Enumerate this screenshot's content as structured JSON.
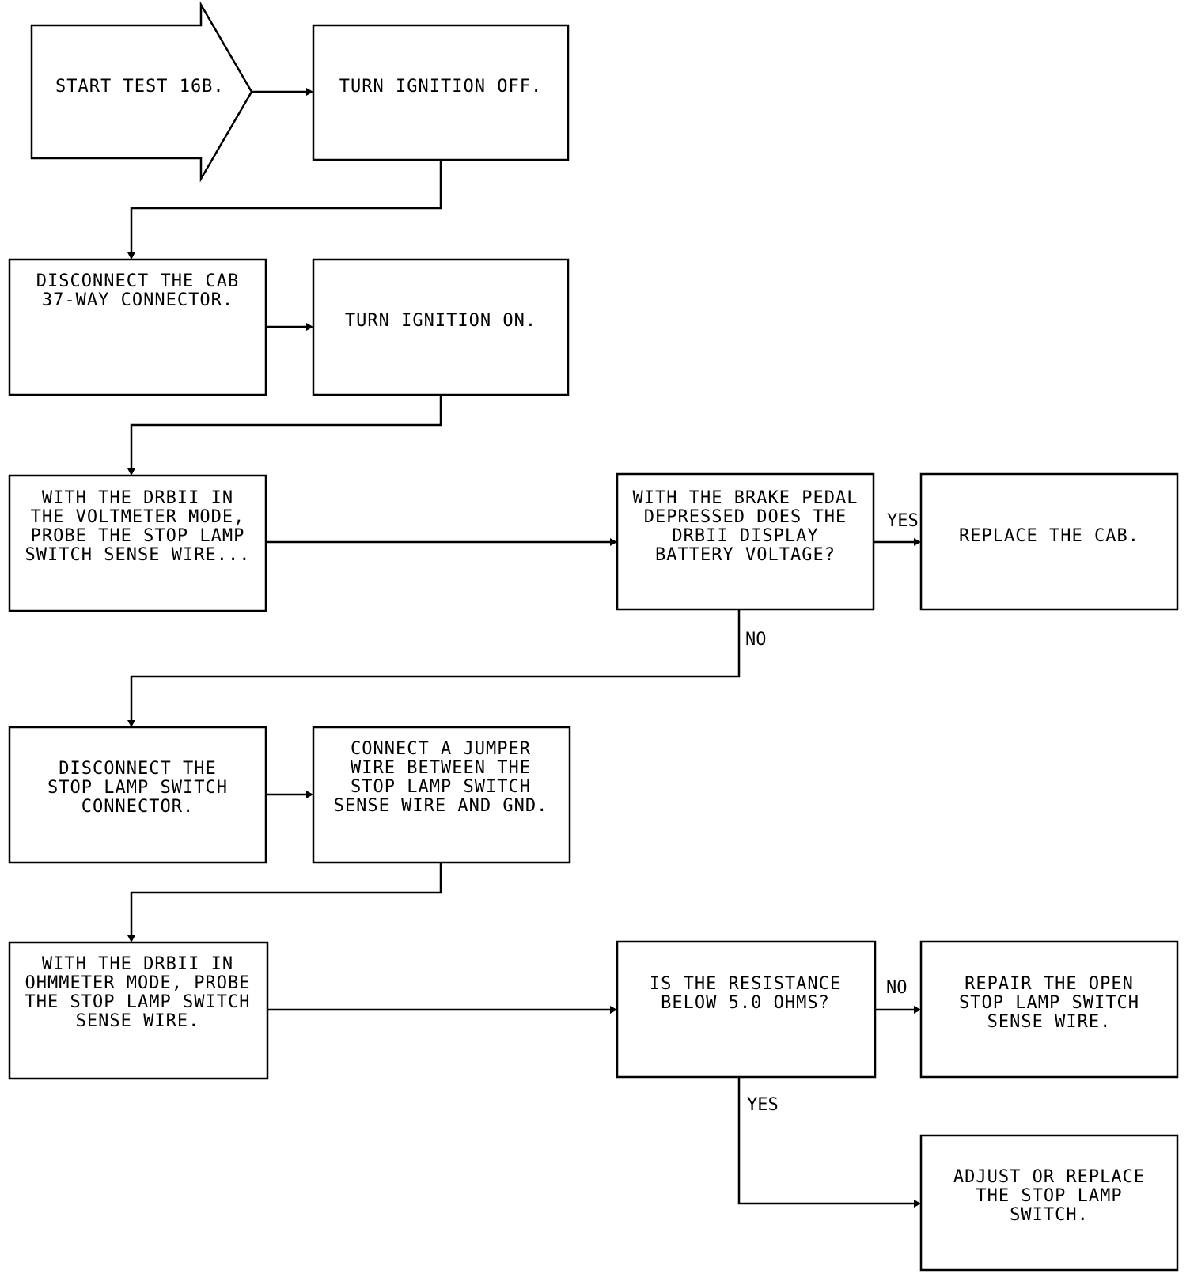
{
  "nodes": {
    "start": [
      "START TEST 16B."
    ],
    "ign_off": [
      "TURN IGNITION OFF."
    ],
    "disconnect_cab": [
      "DISCONNECT THE CAB",
      "37-WAY CONNECTOR."
    ],
    "ign_on": [
      "TURN IGNITION ON."
    ],
    "probe_voltmeter": [
      "WITH THE DRBII IN",
      "THE VOLTMETER MODE,",
      "PROBE THE STOP LAMP",
      "SWITCH SENSE WIRE..."
    ],
    "q_battery": [
      "WITH THE BRAKE PEDAL",
      "DEPRESSED DOES THE",
      "DRBII DISPLAY",
      "BATTERY VOLTAGE?"
    ],
    "replace_cab": [
      "REPLACE THE CAB."
    ],
    "disconnect_switch": [
      "DISCONNECT THE",
      "STOP LAMP SWITCH",
      "CONNECTOR."
    ],
    "jumper": [
      "CONNECT A JUMPER",
      "WIRE BETWEEN THE",
      "STOP LAMP SWITCH",
      "SENSE WIRE AND GND."
    ],
    "probe_ohm": [
      "WITH THE DRBII IN",
      "OHMMETER MODE, PROBE",
      "THE STOP LAMP SWITCH",
      "SENSE WIRE."
    ],
    "q_resistance": [
      "IS THE RESISTANCE",
      "BELOW 5.0 OHMS?"
    ],
    "repair": [
      "REPAIR THE OPEN",
      "STOP LAMP SWITCH",
      "SENSE WIRE."
    ],
    "adjust": [
      "ADJUST OR REPLACE",
      "THE STOP LAMP",
      "SWITCH."
    ]
  },
  "branches": {
    "q1_yes": "YES",
    "q1_no": "NO",
    "q2_no": "NO",
    "q2_yes": "YES"
  }
}
